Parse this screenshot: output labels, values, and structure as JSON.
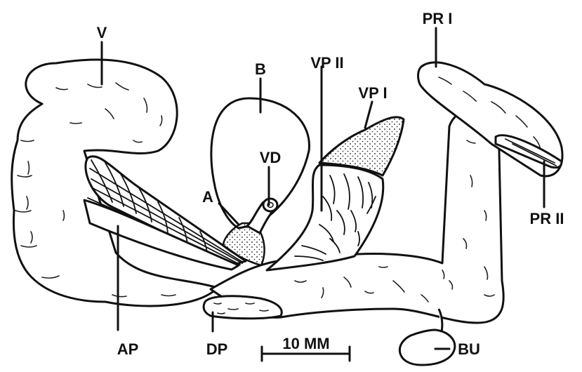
{
  "figure": {
    "labels": {
      "V": "V",
      "B": "B",
      "VP_II": "VP II",
      "VP_I": "VP I",
      "PR_I": "PR I",
      "VD": "VD",
      "A": "A",
      "PR_II": "PR II",
      "AP": "AP",
      "DP": "DP",
      "BU": "BU"
    },
    "scale_bar": {
      "label": "10 MM"
    },
    "colors": {
      "ink": "#111111",
      "background": "#ffffff"
    }
  }
}
